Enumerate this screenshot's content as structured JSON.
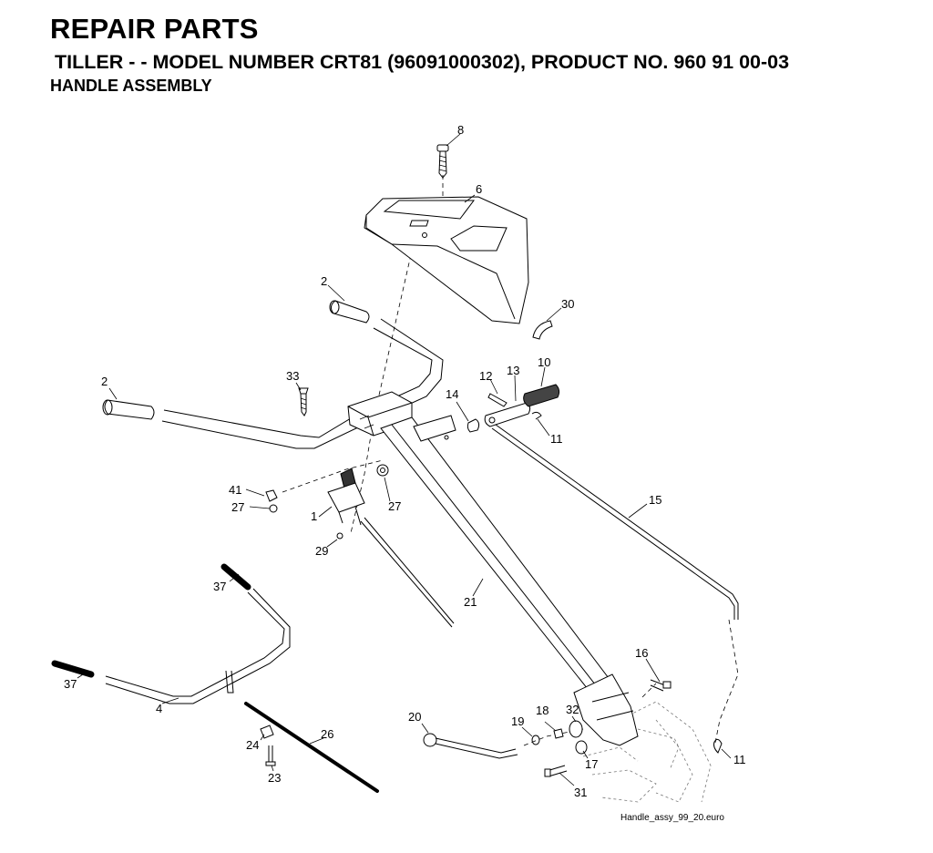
{
  "header": {
    "title": "REPAIR PARTS",
    "subtitle": "TILLER - - MODEL NUMBER CRT81 (96091000302), PRODUCT NO. 960 91 00-03",
    "section": "HANDLE ASSEMBLY"
  },
  "callouts": [
    {
      "id": "c8",
      "label": "8"
    },
    {
      "id": "c6",
      "label": "6"
    },
    {
      "id": "c2a",
      "label": "2"
    },
    {
      "id": "c30",
      "label": "30"
    },
    {
      "id": "c2b",
      "label": "2"
    },
    {
      "id": "c33",
      "label": "33"
    },
    {
      "id": "c12",
      "label": "12"
    },
    {
      "id": "c13",
      "label": "13"
    },
    {
      "id": "c10",
      "label": "10"
    },
    {
      "id": "c14",
      "label": "14"
    },
    {
      "id": "c11a",
      "label": "11"
    },
    {
      "id": "c41",
      "label": "41"
    },
    {
      "id": "c27a",
      "label": "27"
    },
    {
      "id": "c27b",
      "label": "27"
    },
    {
      "id": "c1",
      "label": "1"
    },
    {
      "id": "c15",
      "label": "15"
    },
    {
      "id": "c29",
      "label": "29"
    },
    {
      "id": "c37a",
      "label": "37"
    },
    {
      "id": "c21",
      "label": "21"
    },
    {
      "id": "c37b",
      "label": "37"
    },
    {
      "id": "c16",
      "label": "16"
    },
    {
      "id": "c4",
      "label": "4"
    },
    {
      "id": "c20",
      "label": "20"
    },
    {
      "id": "c18",
      "label": "18"
    },
    {
      "id": "c32",
      "label": "32"
    },
    {
      "id": "c19",
      "label": "19"
    },
    {
      "id": "c26",
      "label": "26"
    },
    {
      "id": "c24",
      "label": "24"
    },
    {
      "id": "c17",
      "label": "17"
    },
    {
      "id": "c11b",
      "label": "11"
    },
    {
      "id": "c23",
      "label": "23"
    },
    {
      "id": "c31",
      "label": "31"
    }
  ],
  "footer": {
    "filename": "Handle_assy_99_20.euro"
  }
}
